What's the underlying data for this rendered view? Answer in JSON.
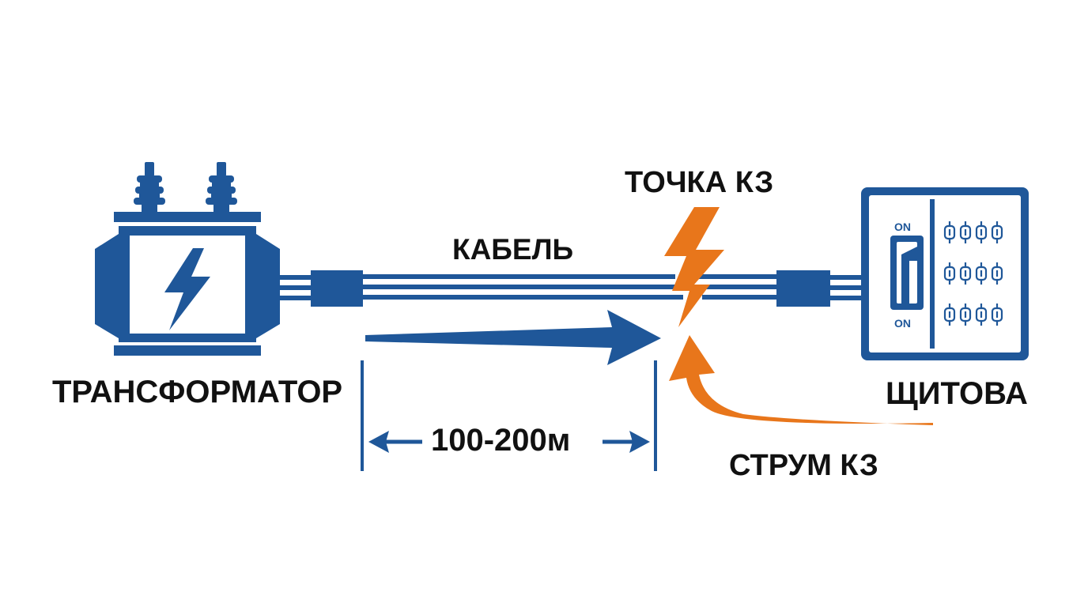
{
  "colors": {
    "primary": "#1f5799",
    "accent": "#e8761b",
    "text": "#111111",
    "background": "#ffffff"
  },
  "labels": {
    "transformer": "ТРАНСФОРМАТОР",
    "cable": "КАБЕЛЬ",
    "fault_point": "ТОЧКА КЗ",
    "panel": "ЩИТОВА",
    "distance": "100-200м",
    "fault_current": "СТРУМ КЗ"
  },
  "breaker": {
    "top_label": "ON",
    "bottom_label": "ON"
  },
  "icons": [
    "transformer-icon",
    "lightning-bolt-icon",
    "fault-lightning-icon",
    "breaker-switch-icon",
    "fuse-icon",
    "current-flow-arrow-icon",
    "fault-current-arrow-icon",
    "dimension-arrow-icon"
  ]
}
